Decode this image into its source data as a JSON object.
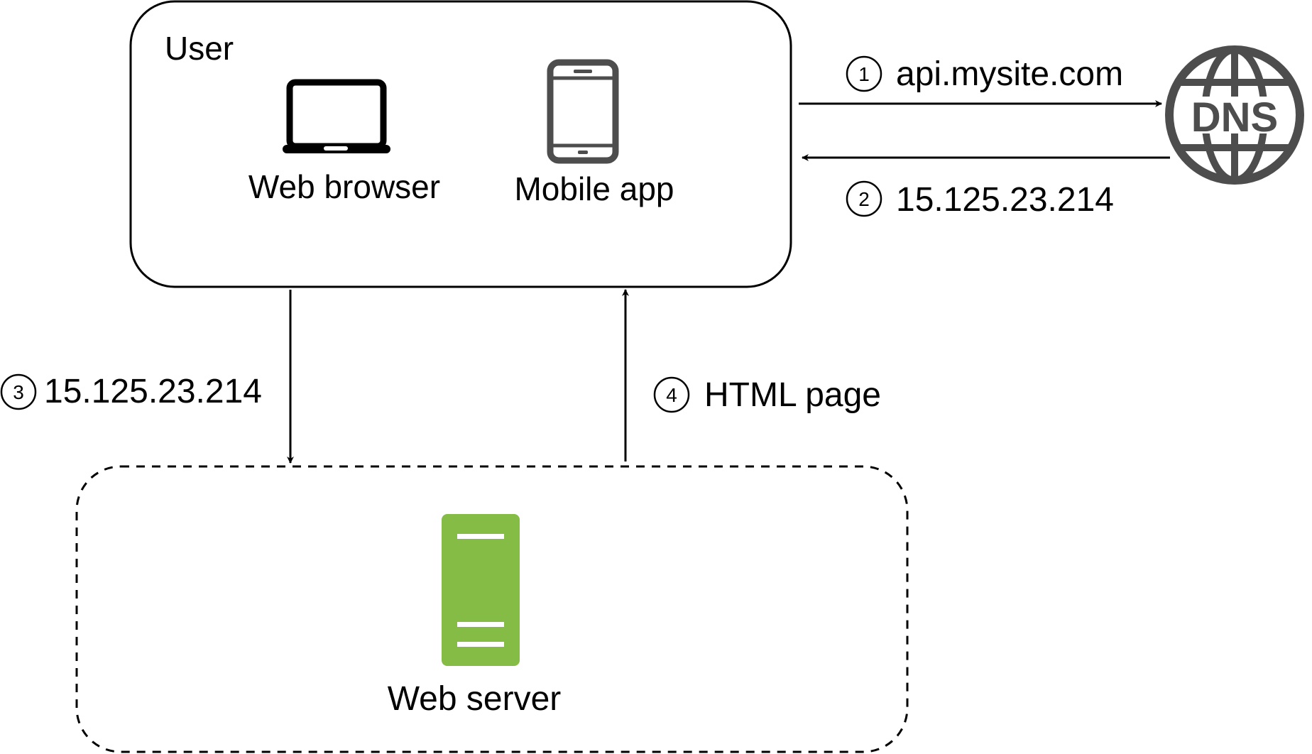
{
  "user": {
    "title": "User",
    "web_browser": "Web browser",
    "mobile_app": "Mobile app"
  },
  "server": {
    "label": "Web server"
  },
  "dns": {
    "label": "DNS"
  },
  "steps": [
    {
      "num": "1",
      "label": "api.mysite.com"
    },
    {
      "num": "2",
      "label": "15.125.23.214"
    },
    {
      "num": "3",
      "label": "15.125.23.214"
    },
    {
      "num": "4",
      "label": "HTML page"
    }
  ],
  "colors": {
    "server": "#84bc45",
    "dns": "#4d4d4d",
    "line": "#000000"
  }
}
